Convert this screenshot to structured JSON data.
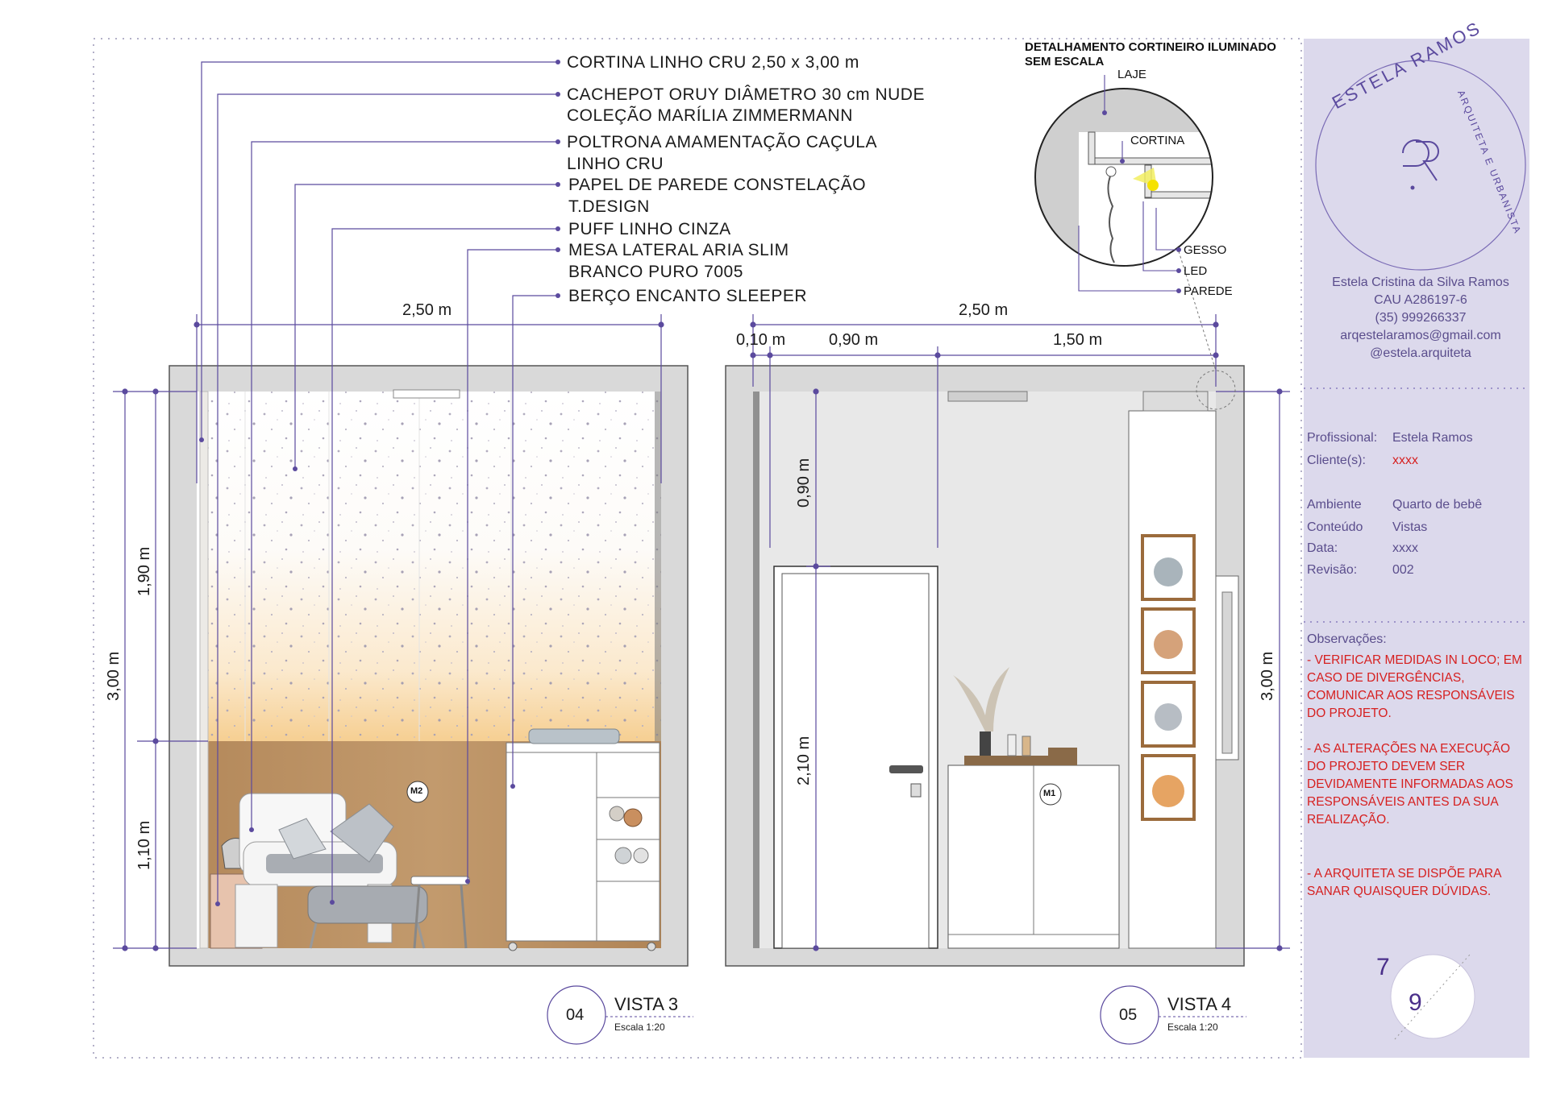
{
  "labels": {
    "cortina": "CORTINA LINHO CRU 2,50 x 3,00 m",
    "cachepot_1": "CACHEPOT ORUY DIÂMETRO 30 cm NUDE",
    "cachepot_2": "COLEÇÃO MARÍLIA ZIMMERMANN",
    "poltrona_1": "POLTRONA AMAMENTAÇÃO CAÇULA",
    "poltrona_2": "LINHO CRU",
    "papel_1": "PAPEL DE PAREDE CONSTELAÇÃO",
    "papel_2": "T.DESIGN",
    "puff": "PUFF LINHO CINZA",
    "mesa_1": "MESA LATERAL ARIA SLIM",
    "mesa_2": "BRANCO PURO 7005",
    "berco": "BERÇO ENCANTO SLEEPER"
  },
  "dimensions": {
    "v3_width": "2,50 m",
    "v3_height": "3,00 m",
    "v3_upper": "1,90 m",
    "v3_lower": "1,10 m",
    "v4_width": "2,50 m",
    "v4_a": "0,10 m",
    "v4_b": "0,90 m",
    "v4_c": "1,50 m",
    "v4_door_top": "0,90 m",
    "v4_door": "2,10 m",
    "v4_height": "3,00 m"
  },
  "detail": {
    "title_1": "DETALHAMENTO CORTINEIRO ILUMINADO",
    "title_2": "SEM ESCALA",
    "laje": "LAJE",
    "cortina": "CORTINA",
    "gesso": "GESSO",
    "led": "LED",
    "parede": "PAREDE"
  },
  "markers": {
    "m1": "M1",
    "m2": "M2"
  },
  "views": [
    {
      "number": "04",
      "title": "VISTA 3",
      "scale": "Escala 1:20"
    },
    {
      "number": "05",
      "title": "VISTA 4",
      "scale": "Escala 1:20"
    }
  ],
  "sidebar": {
    "logo_name": "ESTELA RAMOS",
    "logo_role": "ARQUITETA E URBANISTA",
    "contact": {
      "name": "Estela Cristina da Silva Ramos",
      "cau": "CAU A286197-6",
      "phone": "(35) 999266337",
      "email": "arqestelaramos@gmail.com",
      "instagram": "@estela.arquiteta"
    },
    "info": [
      {
        "label": "Profissional:",
        "value": "Estela Ramos"
      },
      {
        "label": "Cliente(s):",
        "value": "xxxx"
      },
      {
        "label": "Ambiente",
        "value": "Quarto de bebê"
      },
      {
        "label": "Conteúdo",
        "value": "Vistas"
      },
      {
        "label": "Data:",
        "value": "xxxx"
      },
      {
        "label": "Revisão:",
        "value": "002"
      }
    ],
    "obs_title": "Observações:",
    "obs_1": "- VERIFICAR MEDIDAS IN LOCO; EM CASO DE DIVERGÊNCIAS, COMUNICAR AOS RESPONSÁVEIS DO PROJETO.",
    "obs_2": "- AS ALTERAÇÕES NA EXECUÇÃO DO PROJETO DEVEM SER DEVIDAMENTE INFORMADAS AOS RESPONSÁVEIS ANTES DA SUA REALIZAÇÃO.",
    "obs_3": "- A ARQUITETA SE DISPÕE PARA SANAR QUAISQUER DÚVIDAS.",
    "page_current": "7",
    "page_total": "9"
  },
  "colors": {
    "accent": "#5b4a9e",
    "sidebar_bg": "#dcd9ec",
    "wall": "#d9d9d9",
    "wood": "#b98f63",
    "warning": "#d62020"
  }
}
